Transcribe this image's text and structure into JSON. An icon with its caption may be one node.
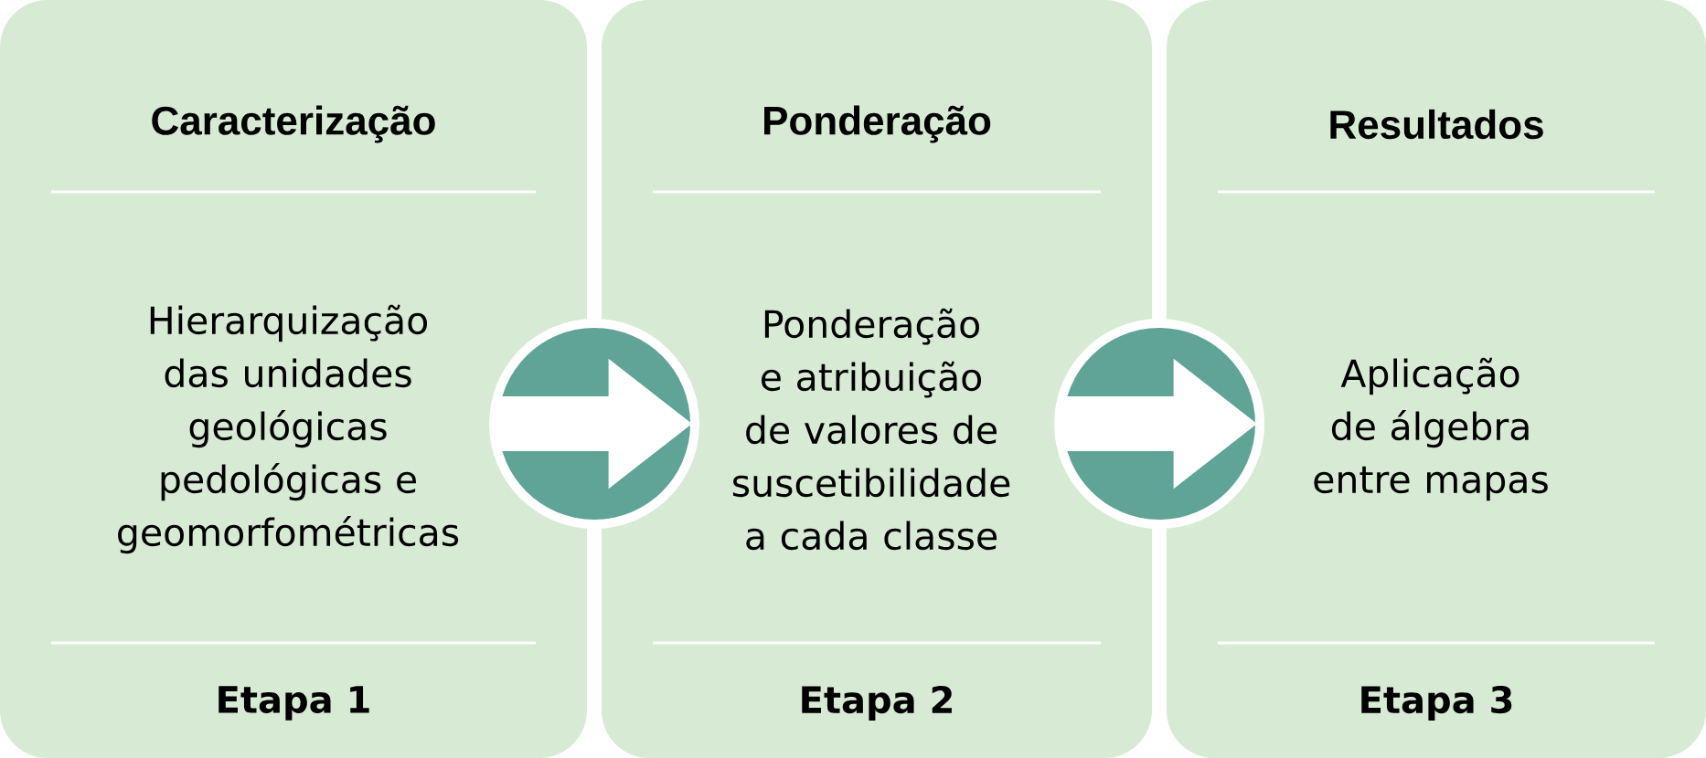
{
  "diagram": {
    "nodes": [
      {
        "text": [
          "Caracterização",
          "Hierarquização das unidades geológicas pedológicas e geomorfométricas",
          "Etapa 1"
        ]
      },
      {
        "text": [
          "Ponderação",
          "Ponderação e atribuição de valores de suscetibilidade a cada classe",
          "Etapa 2"
        ]
      },
      {
        "text": [
          "Resultados",
          "Aplicação de álgebra entre mapas",
          "Etapa 3"
        ]
      }
    ],
    "edges": [
      {
        "from": 0,
        "to": 1,
        "arrow": "to"
      },
      {
        "from": 1,
        "to": 2,
        "arrow": "to"
      }
    ]
  }
}
